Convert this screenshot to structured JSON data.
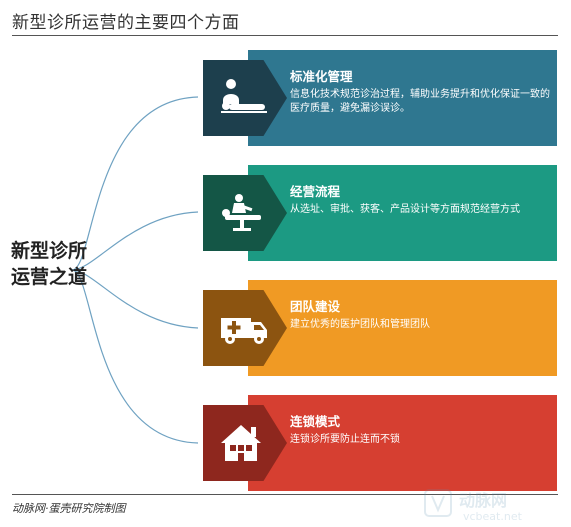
{
  "header": {
    "title": "新型诊所运营的主要四个方面"
  },
  "center": {
    "label": "新型诊所运营之道"
  },
  "colors": {
    "item1_panel": "#2f7790",
    "item1_icon": "#1d3f4d",
    "item2_panel": "#1c9a83",
    "item2_icon": "#145646",
    "item3_panel": "#f09a24",
    "item3_icon": "#8c5410",
    "item4_panel": "#d63f31",
    "item4_icon": "#8e271e",
    "connector": "#6fa2c2"
  },
  "items": [
    {
      "title": "标准化管理",
      "desc": "信息化技术规范诊治过程，辅助业务提升和优化保证一致的医疗质量，避免漏诊误诊。",
      "icon": "patient-bed-icon"
    },
    {
      "title": "经营流程",
      "desc": "从选址、审批、获客、产品设计等方面规范经营方式",
      "icon": "operating-table-icon"
    },
    {
      "title": "团队建设",
      "desc": "建立优秀的医护团队和管理团队",
      "icon": "ambulance-icon"
    },
    {
      "title": "连锁模式",
      "desc": "连锁诊所要防止连而不锁",
      "icon": "house-icon"
    }
  ],
  "footer": {
    "credit": "动脉网·蛋壳研究院制图"
  },
  "watermark": {
    "brand": "动脉网",
    "url": "vcbeat.net"
  }
}
